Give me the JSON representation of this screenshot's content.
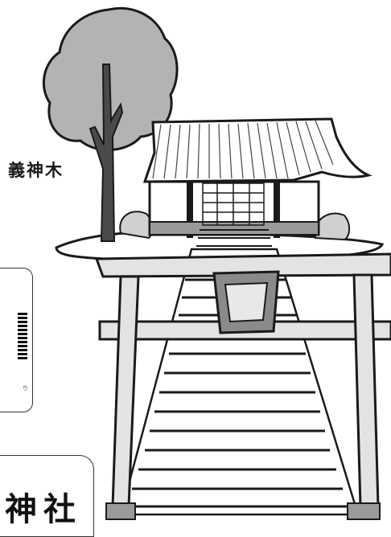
{
  "tree_label": "義神木",
  "shrine_name": "神社",
  "panel_caption": "り",
  "colors": {
    "ink": "#1a1a1a",
    "tree_fill": "#b3b3b3",
    "torii_fill": "#e3e3e3",
    "plaque_fill": "#8a8a8a",
    "background": "#ffffff"
  }
}
